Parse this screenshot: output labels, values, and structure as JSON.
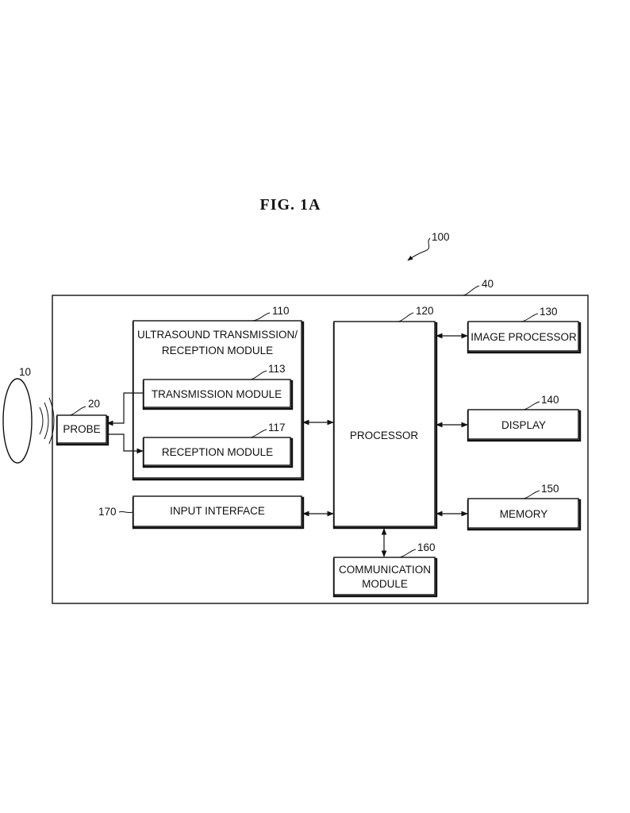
{
  "figure": {
    "title": "FIG.  1A"
  },
  "labels": {
    "system": "100",
    "device": "40",
    "object": "10",
    "probe_ref": "20",
    "probe": "PROBE",
    "trx_ref": "110",
    "trx_line1": "ULTRASOUND TRANSMISSION/",
    "trx_line2": "RECEPTION MODULE",
    "tx_ref": "113",
    "tx": "TRANSMISSION MODULE",
    "rx_ref": "117",
    "rx": "RECEPTION MODULE",
    "proc_ref": "120",
    "proc": "PROCESSOR",
    "imgproc_ref": "130",
    "imgproc": "IMAGE PROCESSOR",
    "display_ref": "140",
    "display": "DISPLAY",
    "memory_ref": "150",
    "memory": "MEMORY",
    "comm_ref": "160",
    "comm_line1": "COMMUNICATION",
    "comm_line2": "MODULE",
    "input_ref": "170",
    "input": "INPUT INTERFACE"
  }
}
